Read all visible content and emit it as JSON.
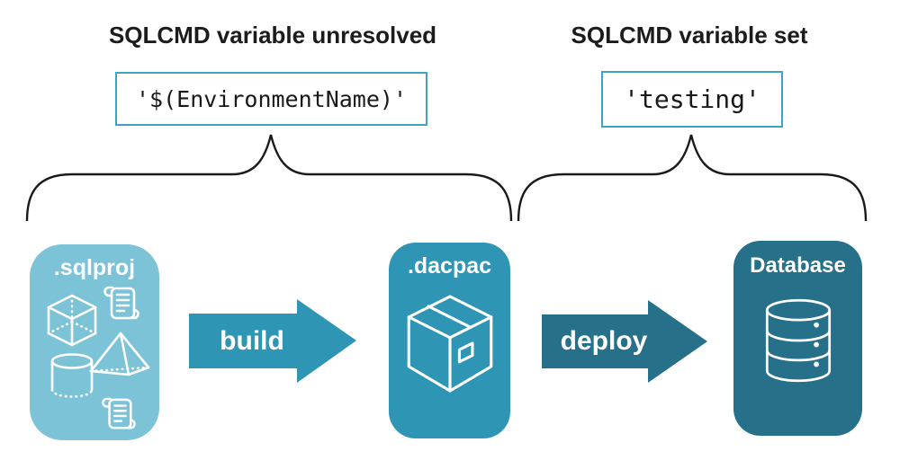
{
  "colors": {
    "light_teal": "#7CC3D8",
    "mid_teal": "#2E96B4",
    "dark_teal": "#26708A",
    "box_border": "#3DA4C4",
    "line": "#1A1A1A",
    "heading_text": "#1C1C1C",
    "code_text": "#191919",
    "label_text": "#FFFFFF",
    "background": "#FFFFFF"
  },
  "annotations": {
    "unresolved": {
      "title": "SQLCMD variable unresolved",
      "value": "'$(EnvironmentName)'"
    },
    "resolved": {
      "title": "SQLCMD variable set",
      "value": "'testing'"
    }
  },
  "pipeline": {
    "sqlproj": {
      "label": ".sqlproj"
    },
    "build": {
      "label": "build"
    },
    "dacpac": {
      "label": ".dacpac"
    },
    "deploy": {
      "label": "deploy"
    },
    "database": {
      "label": "Database"
    }
  },
  "icons": {
    "sqlproj_card": [
      "script-scroll-icon",
      "cube-icon",
      "pyramid-icon",
      "cylinder-icon",
      "script-scroll-icon"
    ],
    "dacpac_card": "package-box-icon",
    "database_card": "database-cylinder-icon"
  }
}
